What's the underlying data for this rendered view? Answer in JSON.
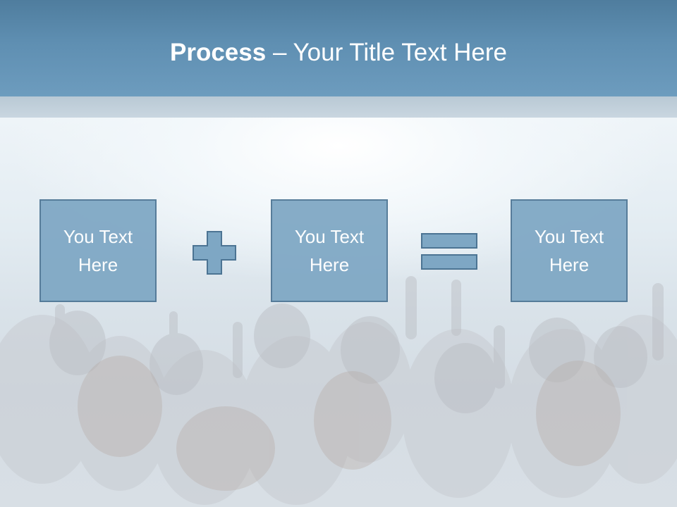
{
  "slide": {
    "title_bold": "Process",
    "title_rest": " – Your Title Text Here",
    "boxes": [
      {
        "text": "You Text Here"
      },
      {
        "text": "You Text Here"
      },
      {
        "text": "You Text Here"
      }
    ],
    "operators": [
      "plus-icon",
      "equals-icon"
    ]
  },
  "colors": {
    "header": "#5f8fb2",
    "box_fill": "#7ea7c4",
    "box_border": "#4c7493",
    "text": "#ffffff"
  }
}
